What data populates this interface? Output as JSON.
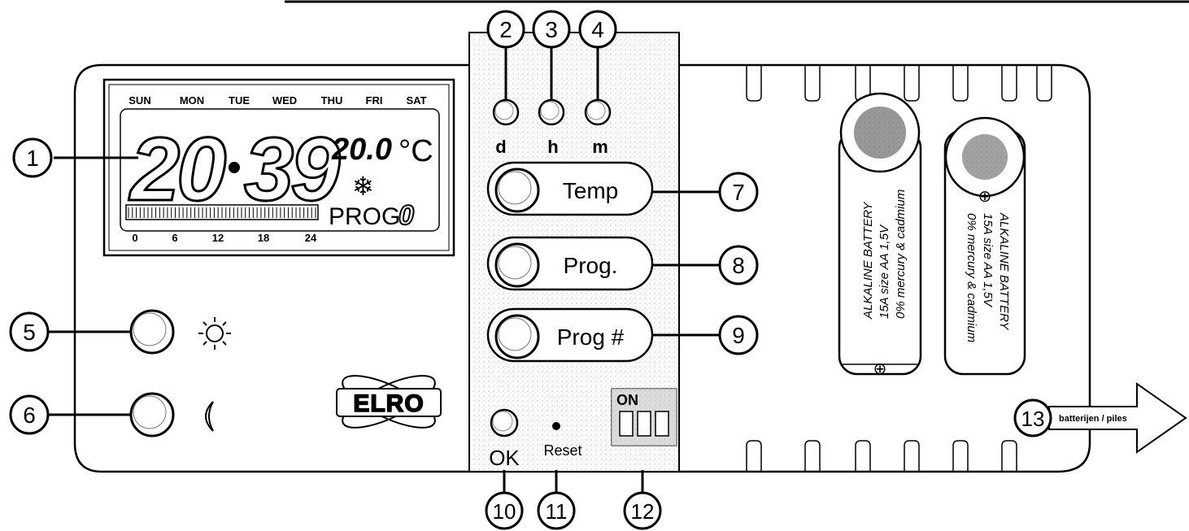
{
  "lcd": {
    "days": [
      "SUN",
      "MON",
      "TUE",
      "WED",
      "THU",
      "FRI",
      "SAT"
    ],
    "time_hours": "20",
    "time_minutes": "39",
    "temperature": "20.0",
    "unit": "°C",
    "snow_icon": "❄",
    "prog_label": "PROG",
    "prog_number": "0",
    "scale_ticks": [
      "0",
      "6",
      "12",
      "18",
      "24"
    ]
  },
  "set_buttons": {
    "d": "d",
    "h": "h",
    "m": "m"
  },
  "buttons": {
    "temp": "Temp",
    "prog": "Prog.",
    "prog_num": "Prog #",
    "ok": "OK",
    "reset": "Reset",
    "dip": "ON"
  },
  "brand": "ELRO",
  "batteries": [
    {
      "line1": "ALKALINE BATTERY",
      "line2": "15A size AA 1,5V",
      "line3": "0% mercury & cadmium",
      "polarity": "⊕"
    },
    {
      "line1": "ALKALINE BATTERY",
      "line2": "15A size AA 1,5V",
      "line3": "0% mercury & cadmium",
      "polarity": "⊕"
    }
  ],
  "callouts": [
    "1",
    "2",
    "3",
    "4",
    "5",
    "6",
    "7",
    "8",
    "9",
    "10",
    "11",
    "12",
    "13"
  ],
  "arrow_text": "batterijen / piles",
  "icons": {
    "sun": "sun-icon",
    "moon": "moon-icon",
    "snow": "snowflake-icon",
    "logo": "elro-logo"
  }
}
